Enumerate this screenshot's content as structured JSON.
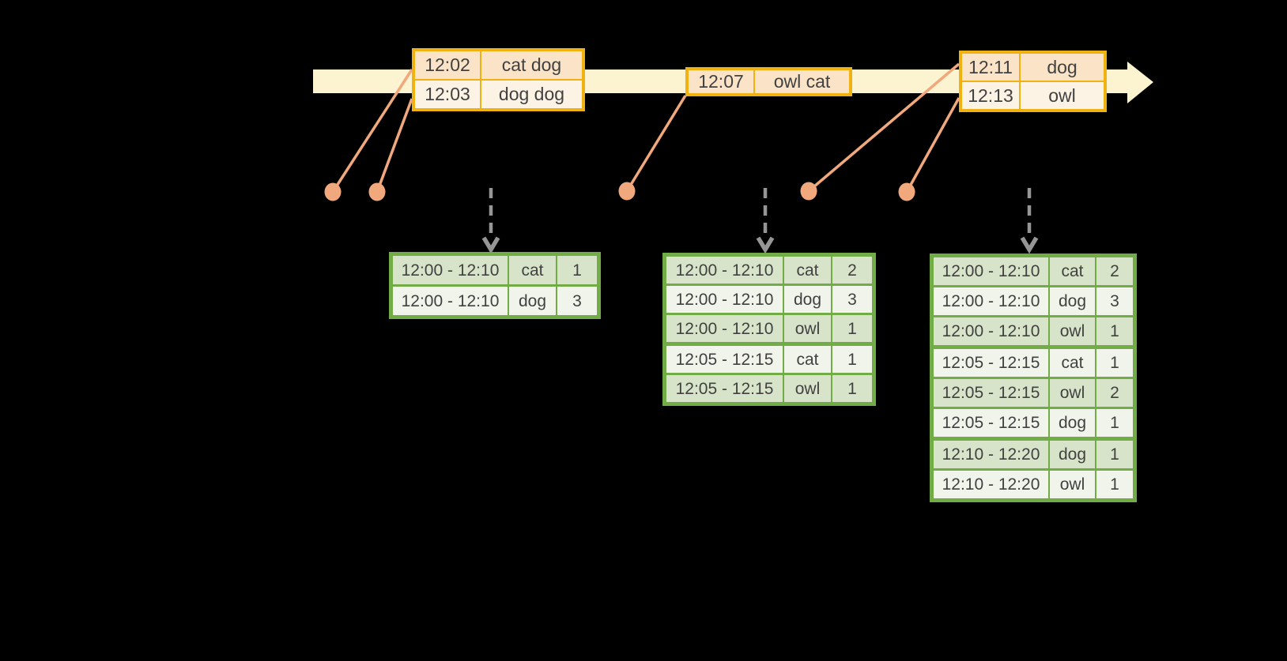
{
  "colors": {
    "background": "#000000",
    "timeline_fill": "#FCF3D0",
    "event_border": "#F0B112",
    "event_row_dark": "#FAE3C7",
    "event_row_light": "#FDF3E5",
    "dot_fill": "#F1A87C",
    "connector": "#F1A87C",
    "arrow_gray": "#969696",
    "result_border": "#71AC47",
    "result_row_dark": "#D8E4C9",
    "result_row_light": "#F0F4EB",
    "table_text": "#414141"
  },
  "icons": {
    "timeline_arrow": "right-pointing pale-yellow arrow band",
    "arrival_dot": "filled salmon circle",
    "trigger_arrow": "gray dashed downward arrow"
  },
  "timeline": {
    "events": [
      {
        "rows": [
          {
            "time": "12:02",
            "words": "cat dog"
          },
          {
            "time": "12:03",
            "words": "dog dog"
          }
        ]
      },
      {
        "rows": [
          {
            "time": "12:07",
            "words": "owl cat"
          }
        ]
      },
      {
        "rows": [
          {
            "time": "12:11",
            "words": "dog"
          },
          {
            "time": "12:13",
            "words": "owl"
          }
        ]
      }
    ]
  },
  "result_tables": [
    {
      "rows": [
        {
          "window": "12:00 - 12:10",
          "word": "cat",
          "count": "1"
        },
        {
          "window": "12:00 - 12:10",
          "word": "dog",
          "count": "3"
        }
      ]
    },
    {
      "rows": [
        {
          "window": "12:00 - 12:10",
          "word": "cat",
          "count": "2"
        },
        {
          "window": "12:00 - 12:10",
          "word": "dog",
          "count": "3"
        },
        {
          "window": "12:00 - 12:10",
          "word": "owl",
          "count": "1"
        },
        {
          "window": "12:05 - 12:15",
          "word": "cat",
          "count": "1",
          "group_start": true
        },
        {
          "window": "12:05 - 12:15",
          "word": "owl",
          "count": "1"
        }
      ]
    },
    {
      "rows": [
        {
          "window": "12:00 - 12:10",
          "word": "cat",
          "count": "2"
        },
        {
          "window": "12:00 - 12:10",
          "word": "dog",
          "count": "3"
        },
        {
          "window": "12:00 - 12:10",
          "word": "owl",
          "count": "1"
        },
        {
          "window": "12:05 - 12:15",
          "word": "cat",
          "count": "1",
          "group_start": true
        },
        {
          "window": "12:05 - 12:15",
          "word": "owl",
          "count": "2"
        },
        {
          "window": "12:05 - 12:15",
          "word": "dog",
          "count": "1"
        },
        {
          "window": "12:10 - 12:20",
          "word": "dog",
          "count": "1",
          "group_start": true
        },
        {
          "window": "12:10 - 12:20",
          "word": "owl",
          "count": "1"
        }
      ]
    }
  ]
}
